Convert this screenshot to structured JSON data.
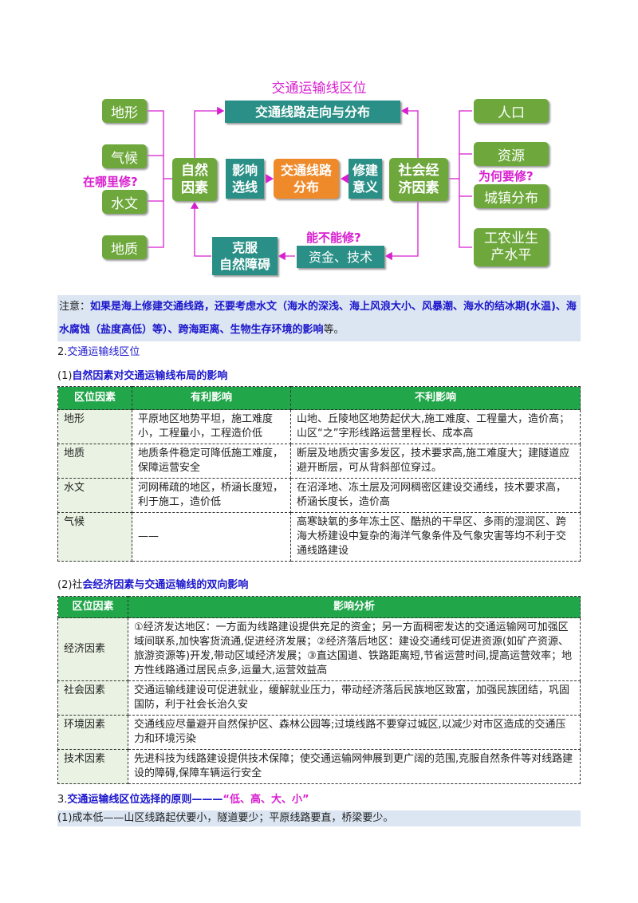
{
  "diagram": {
    "title": "交通运输线区位",
    "top_box": "交通线路走向与分布",
    "left_items": [
      "地形",
      "气候",
      "水文",
      "地质"
    ],
    "left_question": "在哪里修?",
    "natural_factors": [
      "自然",
      "因素"
    ],
    "influence": [
      "影响",
      "选线"
    ],
    "center": [
      "交通线路",
      "分布"
    ],
    "build_meaning": [
      "修建",
      "意义"
    ],
    "socio_factors": [
      "社会经",
      "济因素"
    ],
    "right_items": [
      "人口",
      "资源",
      "城镇分布"
    ],
    "right_item_4": [
      "工农业生",
      "产水平"
    ],
    "right_question": "为何要修?",
    "bottom_question": "能不能修?",
    "capital_tech": "资金、技术",
    "overcome": [
      "克服",
      "自然障碍"
    ]
  },
  "note": {
    "prefix": "注意：",
    "highlight": "如果是海上修建交通线路，还要考虑水文（海水的深浅、海上风浪大小、风暴潮、海水的结冰期(水温)、海水腐蚀（盐度高低）等）、跨海距离、生物生存环境的影响",
    "suffix": "等。"
  },
  "section2": {
    "num": "2.",
    "title": "交通运输线区位"
  },
  "sub1": {
    "num": "(1)",
    "title": "自然因素对交通运输线布局的影响"
  },
  "table1": {
    "headers": [
      "区位因素",
      "有利影响",
      "不利影响"
    ],
    "rows": [
      {
        "factor": "地形",
        "good": "平原地区地势平坦，施工难度小，工程量小，工程造价低",
        "bad": "山地、丘陵地区地势起伏大,施工难度、工程量大，造价高；山区“之”字形线路运营里程长、成本高"
      },
      {
        "factor": "地质",
        "good": "地质条件稳定可降低施工难度，保障运营安全",
        "bad": "断层及地质灾害多发区，技术要求高,施工难度大；建隧道应避开断层，可从背斜部位穿过。"
      },
      {
        "factor": "水文",
        "good": "河网稀疏的地区，桥涵长度短，利于施工，造价低",
        "bad": "在沼泽地、冻土层及河网稠密区建设交通线，技术要求高，桥涵长度长，造价高"
      },
      {
        "factor": "气候",
        "good": "——",
        "bad": "高寒缺氧的多年冻土区、酷热的干旱区、多雨的湿润区、跨海大桥建设中复杂的海洋气象条件及气象灾害等均不利于交通线路建设"
      }
    ]
  },
  "sub2": {
    "num": "(2)社",
    "title": "会经济因素与交通运输线的双向影响"
  },
  "table2": {
    "headers": [
      "区位因素",
      "影响分析"
    ],
    "rows": [
      {
        "factor": "经济因素",
        "text": "①经济发达地区：一方面为线路建设提供充足的资金；另一方面稠密发达的交通运输网可加强区域间联系,加快客货流通,促进经济发展；②经济落后地区：建设交通线可促进资源(如矿产资源、旅游资源等)开发,带动区域经济发展；③直达国道、铁路距离短,节省运营时间,提高运营效率；地方性线路通过居民点多,运量大,运营效益高"
      },
      {
        "factor": "社会因素",
        "text": "交通运输线建设可促进就业，缓解就业压力，带动经济落后民族地区致富，加强民族团结，巩固国防，利于社会长治久安"
      },
      {
        "factor": "环境因素",
        "text": "交通线应尽量避开自然保护区、森林公园等;过境线路不要穿过城区,以减少对市区造成的交通压力和环境污染"
      },
      {
        "factor": "技术因素",
        "text": "先进科技为线路建设提供技术保障；使交通运输网伸展到更广阔的范围,克服自然条件等对线路建设的障碍,保障车辆运行安全"
      }
    ]
  },
  "section3": {
    "num": "3.",
    "title": "交通运输线区位选择的原则———",
    "quote": "“低、高、大、小”"
  },
  "principle1": "(1)成本低——山区线路起伏要小，隧道要少；平原线路要直，桥梁要少。"
}
